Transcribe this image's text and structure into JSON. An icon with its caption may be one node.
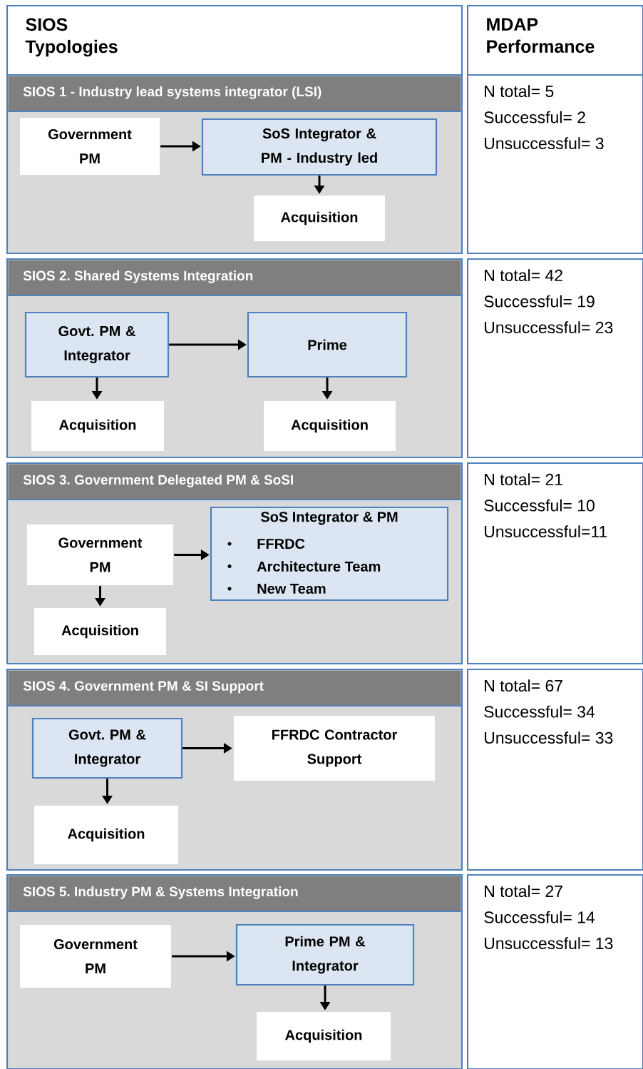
{
  "diagram": {
    "nodes": [
      {
        "text": [
          "SIOS Typologies"
        ]
      },
      {
        "text": [
          "MDAP Performance"
        ]
      },
      {
        "text": [
          "SIOS 1 - Industry lead systems integrator (LSI)"
        ]
      },
      {
        "text": [
          "Government PM"
        ],
        "in": 2
      },
      {
        "text": [
          "SoS Integrator & PM - Industry led"
        ],
        "in": 2
      },
      {
        "text": [
          "Acquisition"
        ],
        "in": 2
      },
      {
        "text": [
          "N total= 5",
          "Successful= 2",
          "Unsuccessful= 3"
        ]
      },
      {
        "text": [
          "SIOS 2. Shared Systems Integration"
        ]
      },
      {
        "text": [
          "Govt. PM & Integrator"
        ],
        "in": 7
      },
      {
        "text": [
          "Prime"
        ],
        "in": 7
      },
      {
        "text": [
          "Acquisition"
        ],
        "in": 7
      },
      {
        "text": [
          "Acquisition"
        ],
        "in": 7
      },
      {
        "text": [
          "N total= 42",
          "Successful= 19",
          "Unsuccessful= 23"
        ]
      },
      {
        "text": [
          "SIOS 3. Government Delegated PM & SoSI"
        ]
      },
      {
        "text": [
          "Government PM"
        ],
        "in": 13
      },
      {
        "text": [
          "SoS Integrator & PM",
          "FFRDC",
          "Architecture Team",
          "New Team"
        ],
        "in": 13
      },
      {
        "text": [
          "Acquisition"
        ],
        "in": 13
      },
      {
        "text": [
          "N total= 21",
          "Successful= 10",
          "Unsuccessful=11"
        ]
      },
      {
        "text": [
          "SIOS 4. Government PM &  SI Support"
        ]
      },
      {
        "text": [
          "Govt. PM & Integrator"
        ],
        "in": 18
      },
      {
        "text": [
          "FFRDC Contractor Support"
        ],
        "in": 18
      },
      {
        "text": [
          "Acquisition"
        ],
        "in": 18
      },
      {
        "text": [
          "N total= 67",
          "Successful= 34",
          "Unsuccessful= 33"
        ]
      },
      {
        "text": [
          "SIOS 5. Industry PM & Systems Integration"
        ]
      },
      {
        "text": [
          "Government PM"
        ],
        "in": 23
      },
      {
        "text": [
          "Prime  PM  & Integrator"
        ],
        "in": 23
      },
      {
        "text": [
          "Acquisition"
        ],
        "in": 23
      },
      {
        "text": [
          "N total= 27",
          "Successful= 14",
          "Unsuccessful= 13"
        ]
      }
    ],
    "edges": [
      {
        "from": 3,
        "to": 4,
        "arrow": "to"
      },
      {
        "from": 4,
        "to": 5,
        "arrow": "to"
      },
      {
        "from": 8,
        "to": 9,
        "arrow": "to"
      },
      {
        "from": 8,
        "to": 10,
        "arrow": "to"
      },
      {
        "from": 9,
        "to": 11,
        "arrow": "to"
      },
      {
        "from": 14,
        "to": 15,
        "arrow": "to"
      },
      {
        "from": 14,
        "to": 16,
        "arrow": "to"
      },
      {
        "from": 19,
        "to": 20,
        "arrow": "to"
      },
      {
        "from": 19,
        "to": 21,
        "arrow": "to"
      },
      {
        "from": 24,
        "to": 25,
        "arrow": "to"
      },
      {
        "from": 25,
        "to": 26,
        "arrow": "to"
      }
    ]
  }
}
